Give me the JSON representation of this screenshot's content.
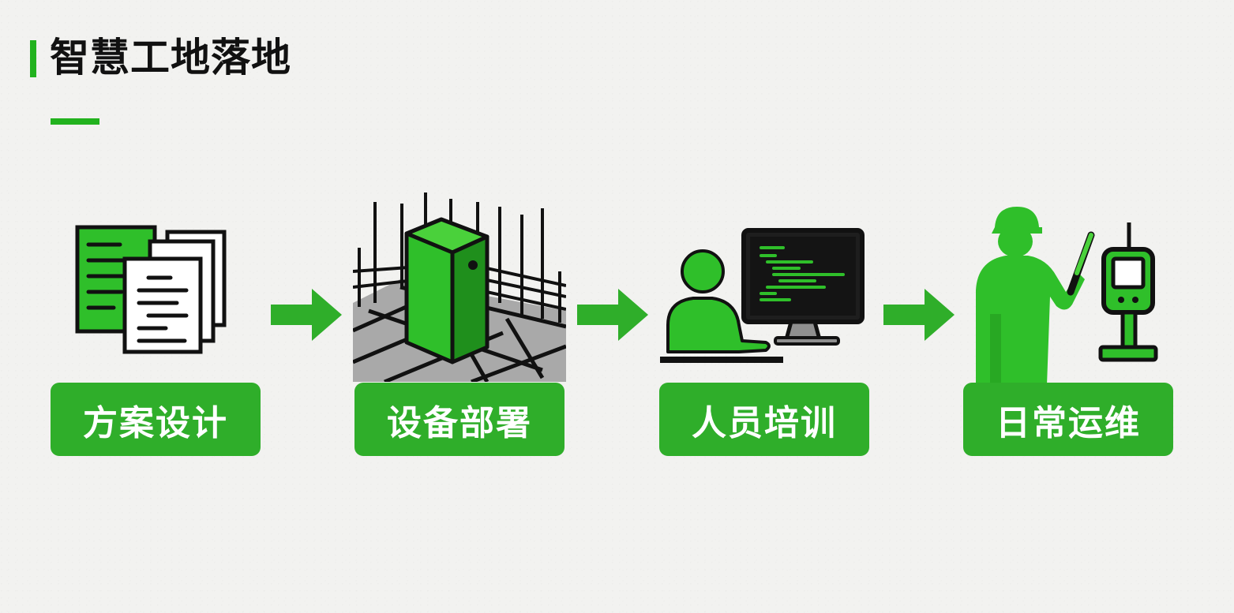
{
  "title": "智慧工地落地",
  "accent_color": "#22b21e",
  "label_color": "#2fae2a",
  "steps": [
    {
      "label": "方案设计",
      "icon": "documents-icon"
    },
    {
      "label": "设备部署",
      "icon": "construction-device-icon"
    },
    {
      "label": "人员培训",
      "icon": "training-computer-icon"
    },
    {
      "label": "日常运维",
      "icon": "maintenance-worker-icon"
    }
  ],
  "connectors": [
    "arrow-right-icon",
    "arrow-right-icon",
    "arrow-right-icon"
  ]
}
